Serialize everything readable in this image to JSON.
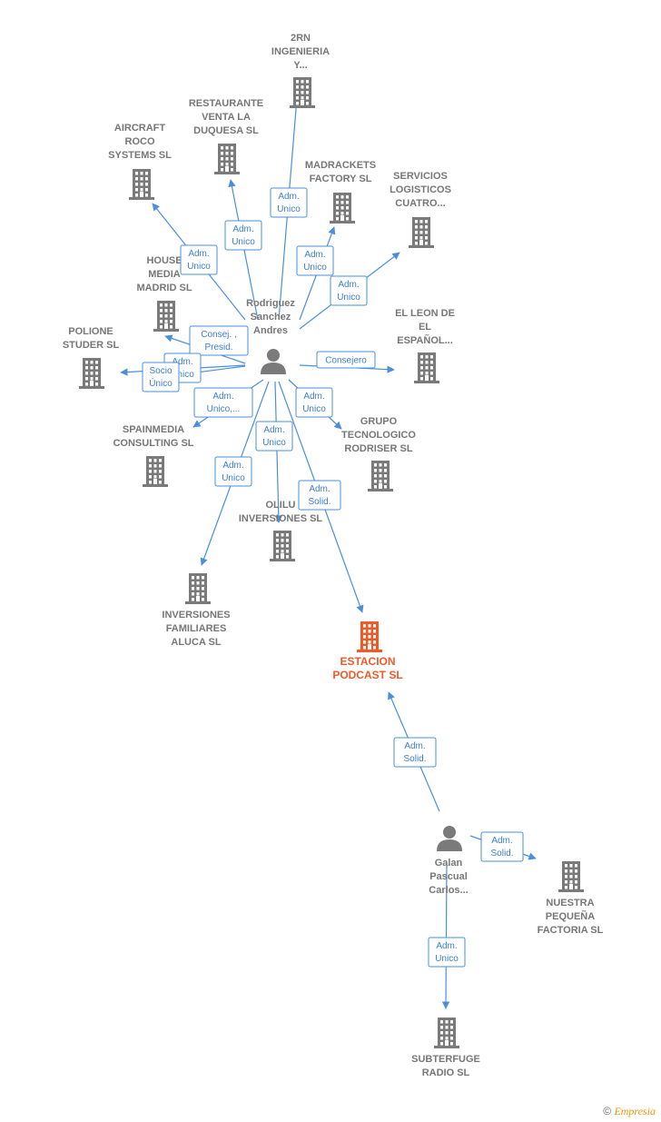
{
  "nodes": {
    "rn2": {
      "label": [
        "2RN",
        "INGENIERIA",
        "Y..."
      ],
      "kind": "company"
    },
    "restaurante": {
      "label": [
        "RESTAURANTE",
        "VENTA LA",
        "DUQUESA  SL"
      ],
      "kind": "company"
    },
    "aircraft": {
      "label": [
        "AIRCRAFT",
        "ROCO",
        "SYSTEMS SL"
      ],
      "kind": "company"
    },
    "madrackets": {
      "label": [
        "MADRACKETS",
        "FACTORY SL"
      ],
      "kind": "company"
    },
    "servicios": {
      "label": [
        "SERVICIOS",
        "LOGISTICOS",
        "CUATRO..."
      ],
      "kind": "company"
    },
    "house": {
      "label": [
        "HOUSE",
        "MEDIA",
        "MADRID  SL"
      ],
      "kind": "company"
    },
    "polione": {
      "label": [
        "POLIONE",
        "STUDER SL"
      ],
      "kind": "company"
    },
    "elleon": {
      "label": [
        "EL LEON DE",
        "EL",
        "ESPAÑOL..."
      ],
      "kind": "company"
    },
    "rodriguez": {
      "label": [
        "Rodriguez",
        "Sanchez",
        "Andres"
      ],
      "kind": "person"
    },
    "spainmedia": {
      "label": [
        "SPAINMEDIA",
        "CONSULTING SL"
      ],
      "kind": "company"
    },
    "grupo": {
      "label": [
        "GRUPO",
        "TECNOLOGICO",
        "RODRISER  SL"
      ],
      "kind": "company"
    },
    "olilu": {
      "label": [
        "OLILU",
        "INVERSIONES SL"
      ],
      "kind": "company"
    },
    "inversiones": {
      "label": [
        "INVERSIONES",
        "FAMILIARES",
        "ALUCA  SL"
      ],
      "kind": "company"
    },
    "estacion": {
      "label": [
        "ESTACION",
        "PODCAST  SL"
      ],
      "kind": "main"
    },
    "galan": {
      "label": [
        "Galan",
        "Pascual",
        "Carlos..."
      ],
      "kind": "person"
    },
    "nuestra": {
      "label": [
        "NUESTRA",
        "PEQUEÑA",
        "FACTORIA  SL"
      ],
      "kind": "company"
    },
    "subterfuge": {
      "label": [
        "SUBTERFUGE",
        "RADIO  SL"
      ],
      "kind": "company"
    }
  },
  "edges": [
    {
      "from": "rodriguez",
      "to": "rn2",
      "label": [
        "Adm.",
        "Unico"
      ]
    },
    {
      "from": "rodriguez",
      "to": "restaurante",
      "label": [
        "Adm.",
        "Unico"
      ]
    },
    {
      "from": "rodriguez",
      "to": "aircraft",
      "label": [
        "Adm.",
        "Unico"
      ]
    },
    {
      "from": "rodriguez",
      "to": "madrackets",
      "label": [
        "Adm.",
        "Unico"
      ]
    },
    {
      "from": "rodriguez",
      "to": "servicios",
      "label": [
        "Adm.",
        "Unico"
      ]
    },
    {
      "from": "rodriguez",
      "to": "house",
      "label": [
        "Consej. ,",
        "Presid."
      ]
    },
    {
      "from": "rodriguez",
      "to": "polione",
      "label": [
        "Adm.",
        "Unico"
      ]
    },
    {
      "from": "rodriguez",
      "to": "polione",
      "label": [
        "Socio",
        "Único"
      ]
    },
    {
      "from": "rodriguez",
      "to": "elleon",
      "label": [
        "Consejero"
      ]
    },
    {
      "from": "rodriguez",
      "to": "spainmedia",
      "label": [
        "Adm.",
        "Unico,..."
      ]
    },
    {
      "from": "rodriguez",
      "to": "grupo",
      "label": [
        "Adm.",
        "Unico"
      ]
    },
    {
      "from": "rodriguez",
      "to": "olilu",
      "label": [
        "Adm.",
        "Unico"
      ]
    },
    {
      "from": "rodriguez",
      "to": "inversiones",
      "label": [
        "Adm.",
        "Unico"
      ]
    },
    {
      "from": "rodriguez",
      "to": "estacion",
      "label": [
        "Adm.",
        "Solid."
      ]
    },
    {
      "from": "galan",
      "to": "estacion",
      "label": [
        "Adm.",
        "Solid."
      ]
    },
    {
      "from": "galan",
      "to": "nuestra",
      "label": [
        "Adm.",
        "Solid."
      ]
    },
    {
      "from": "galan",
      "to": "subterfuge",
      "label": [
        "Adm.",
        "Unico"
      ]
    }
  ],
  "colors": {
    "company": "#7a7a7a",
    "main": "#f05a28",
    "person": "#7a7a7a",
    "edge": "#4a8fdc"
  },
  "credit": {
    "symbol": "©",
    "brand": "Empresia"
  }
}
